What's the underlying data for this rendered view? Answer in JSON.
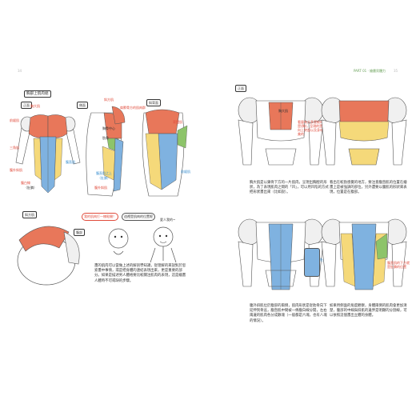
{
  "left_page": {
    "page_number": "34",
    "section_tag": "胸部上肌肉組",
    "tabs": {
      "front": "正面",
      "side": "側面",
      "back": "斜背面"
    },
    "front_labels": {
      "pec": "胸大肌",
      "serratus": "前鋸肌",
      "deltoid": "三角肌",
      "rectus": "腹直肌",
      "oblique": "腹外斜肌",
      "linea": "腹白線",
      "note": "（肚臍）"
    },
    "side_labels": {
      "deltoid": "斜方肌",
      "trap_note": "肩胛骨方的肌肉群",
      "breast": "胸骨中心",
      "rib": "肋骨",
      "pec_under": "腹直肌之上",
      "below": "（肚臍）",
      "abd": "腹外斜肌"
    },
    "back_labels": {
      "lat": "背闊肌",
      "ser": "前鋸肌"
    },
    "bottom_tab": "斜方肌",
    "bottom_tag": "腹部",
    "speech1": "我的肌肉打一樣鬆開！",
    "speech2": "這裡是肌肉的位置呢",
    "speech3": "愛人我的~",
    "paragraph": "畫的肌肉可以當做上述的解剖學知識，從理解的來說對於思索畫中事情，或是把身體的連結表現出來，更是重要的部分。如果是描述男人體格要比較關注肌肉的表現，這是繪畫人體時不可或缺的步驟。"
  },
  "right_page": {
    "header": "PART 01 · 繪畫男體力",
    "page_number": "35",
    "tab_front": "正面",
    "callout": "看量有大多是較的凹線是(胸)，呈現的是胸部向上突起以及身材最完美的",
    "pec_label": "胸大肌",
    "mid_text_left": "胸大肌是以鎖骨下方的一片肌肉，呈現出胸膛的形狀，為了表現肌肉之間的「凹」，可以用凹陷的方式把形狀畫出來（比如說）。",
    "mid_text_right": "看出在較勁感覺的地方，要注意腹直肌的位置在繪畫上是被強調的部位，另外還要以腹肌的形狀來表現，位置是在腹部。",
    "bottom_label_belly": "肚臍",
    "bottom_label_right": "腹直肌的下方就是肚臍的位置",
    "bottom_text_left": "腹外斜肌位於腹部的兩側，肌肉形狀是從肋骨向下延伸到骨盆，腹直肌中間被一條腹白線分開，左右兩邊的肌肉各分成數塊（一般都是六塊，也有八塊的情況）。",
    "bottom_text_right": "如果用側面的角度觀察，身體兩側的肌肉會更加清楚，腹部的中線與斜肌的邊界是明顯的分割線，可以依照這個畫出立體的身體。"
  },
  "colors": {
    "pec": "#e8775a",
    "deltoid": "#d9d9d9",
    "abs": "#7fb2e0",
    "oblique": "#f5d97a",
    "serratus": "#8dc46a",
    "outline": "#555555"
  }
}
